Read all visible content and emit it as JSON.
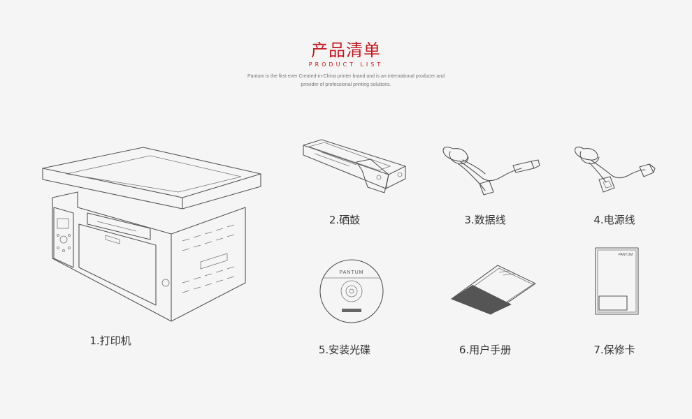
{
  "header": {
    "title": "产品清单",
    "subtitle": "PRODUCT LIST",
    "desc_line1": "Pantum is the first ever Created-in-China printer brand and is an international producer and",
    "desc_line2": "provider of professional printing solutions."
  },
  "items": [
    {
      "caption": "1.打印机"
    },
    {
      "caption": "2.硒鼓"
    },
    {
      "caption": "3.数据线"
    },
    {
      "caption": "4.电源线"
    },
    {
      "caption": "5.安装光碟"
    },
    {
      "caption": "6.用户手册"
    },
    {
      "caption": "7.保修卡"
    }
  ],
  "labels": {
    "cd_brand": "PANTUM",
    "warranty_brand": "PANTUM"
  },
  "colors": {
    "accent": "#c8161d",
    "line": "#555555",
    "background": "#f5f5f5"
  }
}
